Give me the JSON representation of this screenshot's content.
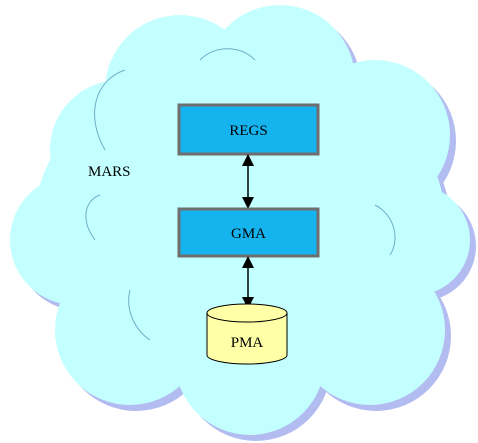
{
  "diagram": {
    "cloud_label": "MARS",
    "nodes": {
      "regs": "REGS",
      "gma": "GMA",
      "pma": "PMA"
    }
  },
  "colors": {
    "cloud_fill": "#c4ffff",
    "cloud_shadow": "#b2bcf0",
    "cloud_stroke": "#2b6a9a",
    "box_fill": "#15b4ee",
    "box_border": "#6e6e6e",
    "cylinder_fill": "#ffffa8",
    "arrow": "#000000"
  }
}
